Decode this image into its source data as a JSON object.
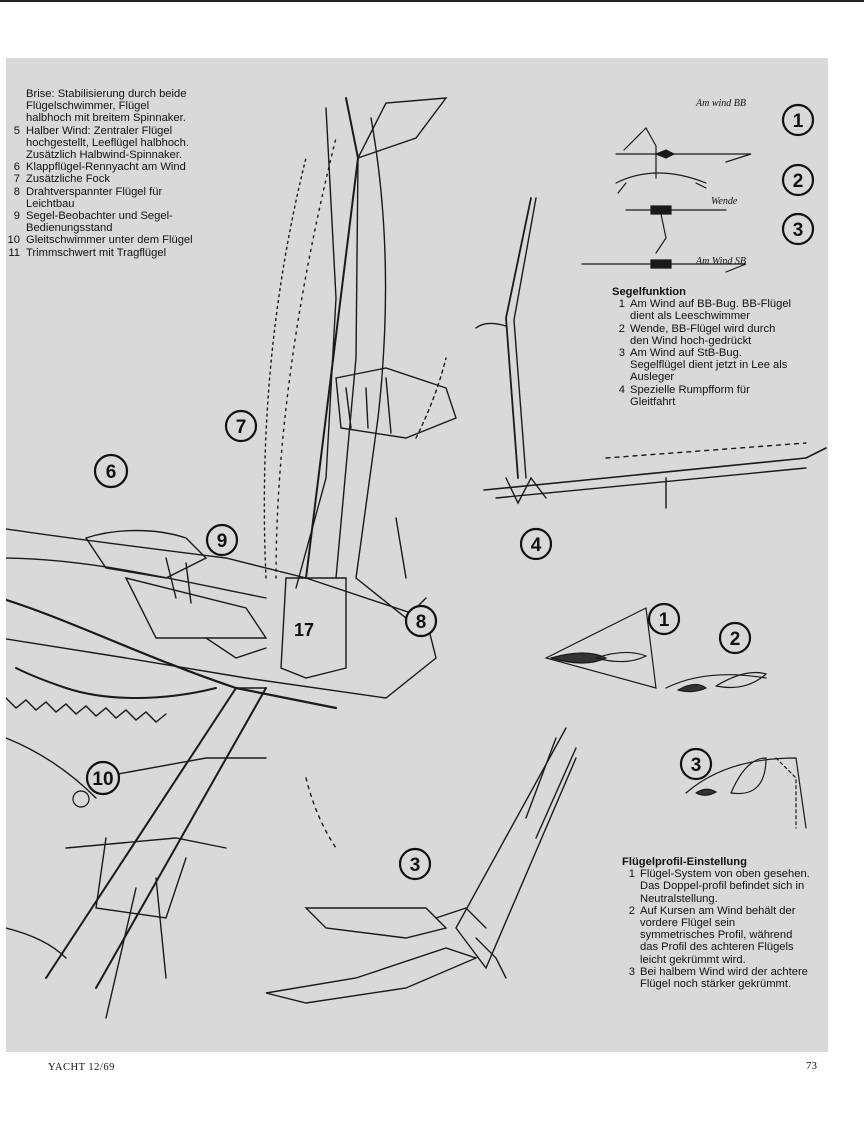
{
  "legend": [
    {
      "num": "",
      "text": "Brise: Stabilisierung durch beide Flügelschwimmer, Flügel halbhoch mit breitem Spinnaker."
    },
    {
      "num": "5",
      "text": "Halber Wind: Zentraler Flügel hochgestellt, Leeflügel halbhoch. Zusätzlich Halbwind-Spinnaker."
    },
    {
      "num": "6",
      "text": "Klappflügel-Rennyacht am Wind"
    },
    {
      "num": "7",
      "text": "Zusätzliche Fock"
    },
    {
      "num": "8",
      "text": "Drahtverspannter Flügel für Leichtbau"
    },
    {
      "num": "9",
      "text": "Segel-Beobachter und Segel-Bedienungsstand"
    },
    {
      "num": "10",
      "text": "Gleitschwimmer unter dem Flügel"
    },
    {
      "num": "11",
      "text": "Trimmschwert mit Tragflügel"
    }
  ],
  "segelfunktion": {
    "title": "Segelfunktion",
    "items": [
      {
        "num": "1",
        "text": "Am Wind auf BB-Bug. BB-Flügel dient als Leeschwimmer"
      },
      {
        "num": "2",
        "text": "Wende, BB-Flügel wird durch den Wind hoch-gedrückt"
      },
      {
        "num": "3",
        "text": "Am Wind auf StB-Bug. Segelflügel dient jetzt in Lee als Ausleger"
      },
      {
        "num": "4",
        "text": "Spezielle Rumpfform für Gleitfahrt"
      }
    ]
  },
  "profil": {
    "title": "Flügelprofil-Einstellung",
    "items": [
      {
        "num": "1",
        "text": "Flügel-System von oben gesehen. Das Doppel-profil befindet sich in Neutralstellung."
      },
      {
        "num": "2",
        "text": "Auf Kursen am Wind behält der vordere Flügel sein symmetrisches Profil, während das Profil des achteren Flügels leicht gekrümmt wird."
      },
      {
        "num": "3",
        "text": "Bei halbem Wind wird der achtere Flügel noch stärker gekrümmt."
      }
    ]
  },
  "sketch_labels": {
    "am_wind_bb": "Am wind BB",
    "wende": "Wende",
    "am_wind_sb": "Am Wind SB",
    "sail_number": "17"
  },
  "callouts": {
    "c6": "6",
    "c7": "7",
    "c8": "8",
    "c9": "9",
    "c10": "10",
    "c4": "4",
    "s1": "1",
    "s2": "2",
    "s3": "3",
    "p1": "1",
    "p2": "2",
    "p3": "3",
    "wing3": "3"
  },
  "footer": {
    "left": "YACHT 12/69",
    "right": "73"
  }
}
